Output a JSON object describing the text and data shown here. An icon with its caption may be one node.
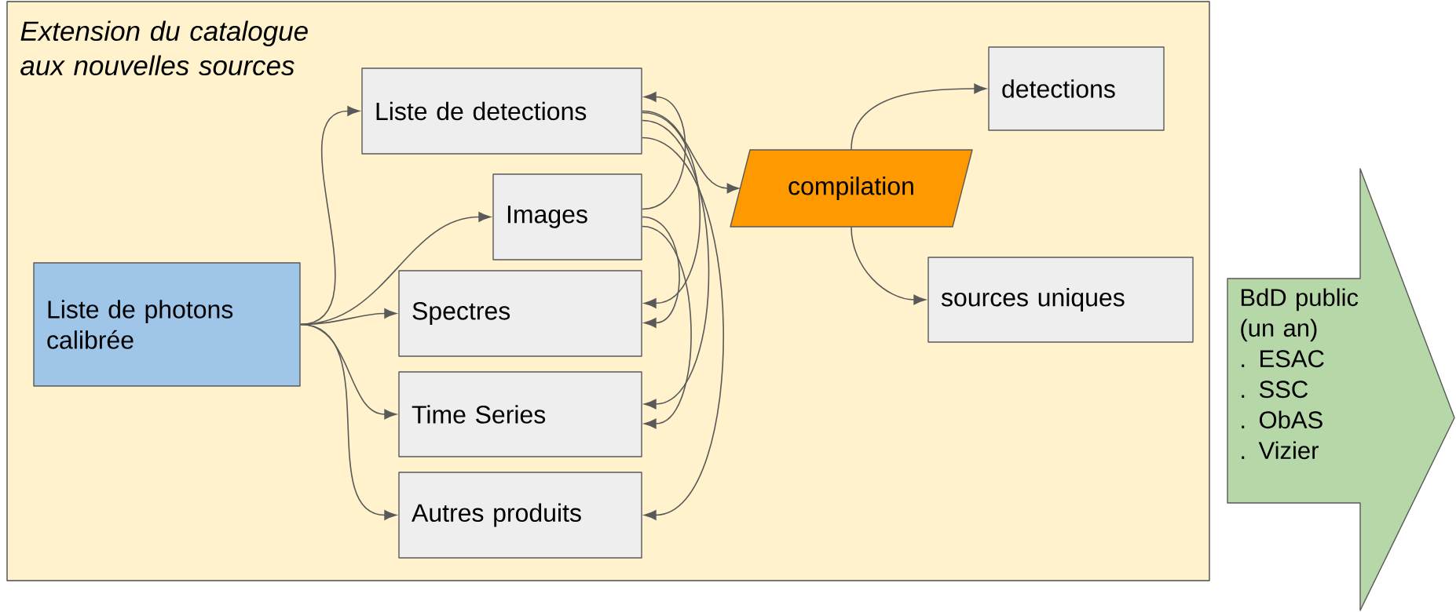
{
  "diagram": {
    "nodes": [
      {
        "text": [
          "Extension du catalogue aux nouvelles sources"
        ]
      },
      {
        "text": [
          "Liste de photons calibrée"
        ],
        "in": 0
      },
      {
        "text": [
          "Liste de detections"
        ],
        "in": 0
      },
      {
        "text": [
          "Images"
        ],
        "in": 0
      },
      {
        "text": [
          "Spectres"
        ],
        "in": 0
      },
      {
        "text": [
          "Time Series"
        ],
        "in": 0
      },
      {
        "text": [
          "Autres produits"
        ],
        "in": 0
      },
      {
        "text": [
          "compilation"
        ],
        "in": 0
      },
      {
        "text": [
          "detections"
        ],
        "in": 0
      },
      {
        "text": [
          "sources uniques"
        ],
        "in": 0
      },
      {
        "text": [
          "BdD public (un an)",
          ". ESAC",
          ". SSC",
          ". ObAS",
          ". Vizier"
        ]
      }
    ],
    "edges": [
      {
        "from": 1,
        "to": 2,
        "arrow": "to"
      },
      {
        "from": 1,
        "to": 3,
        "arrow": "to"
      },
      {
        "from": 1,
        "to": 4,
        "arrow": "to"
      },
      {
        "from": 1,
        "to": 5,
        "arrow": "to"
      },
      {
        "from": 1,
        "to": 6,
        "arrow": "to"
      },
      {
        "from": 2,
        "to": 7,
        "arrow": "to"
      },
      {
        "from": 7,
        "to": 8,
        "arrow": "to"
      },
      {
        "from": 7,
        "to": 9,
        "arrow": "to"
      },
      {
        "from": 3,
        "to": 2,
        "arrow": "to"
      },
      {
        "from": 2,
        "to": 4,
        "arrow": "to"
      },
      {
        "from": 2,
        "to": 5,
        "arrow": "to"
      },
      {
        "from": 2,
        "to": 6,
        "arrow": "to"
      },
      {
        "from": 3,
        "to": 4,
        "arrow": "to"
      },
      {
        "from": 3,
        "to": 5,
        "arrow": "to"
      }
    ]
  }
}
